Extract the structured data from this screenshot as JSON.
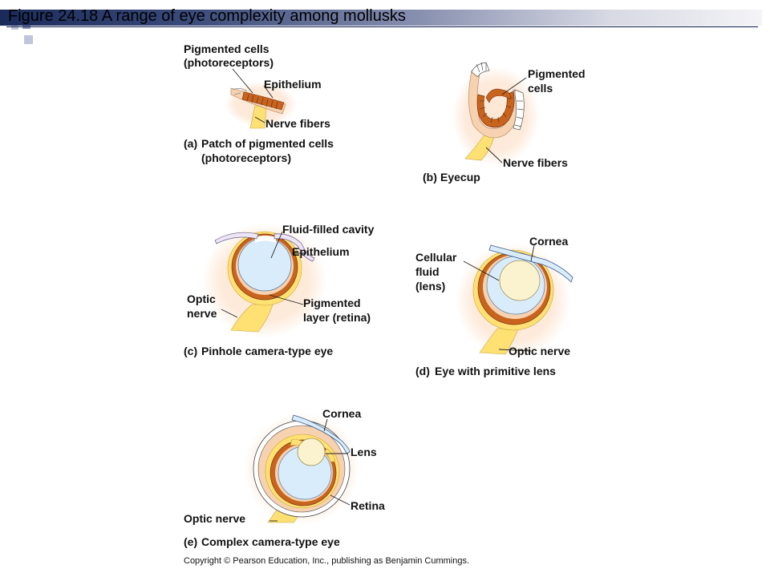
{
  "slide": {
    "title": "Figure 24.18  A range of eye complexity among mollusks"
  },
  "panels": {
    "a": {
      "labels": [
        "Pigmented cells",
        "(photoreceptors)",
        "Epithelium",
        "Nerve fibers"
      ],
      "caption_letter": "(a)",
      "caption": [
        "Patch of pigmented cells",
        "(photoreceptors)"
      ]
    },
    "b": {
      "labels": [
        "Pigmented",
        "cells",
        "Nerve fibers"
      ],
      "caption_letter": "(b)",
      "caption": "Eyecup"
    },
    "c": {
      "labels": [
        "Fluid-filled cavity",
        "Epithelium",
        "Optic",
        "nerve",
        "Pigmented",
        "layer (retina)"
      ],
      "caption_letter": "(c)",
      "caption": "Pinhole camera-type eye"
    },
    "d": {
      "labels": [
        "Cornea",
        "Cellular",
        "fluid",
        "(lens)",
        "Optic nerve"
      ],
      "caption_letter": "(d)",
      "caption": "Eye with primitive lens"
    },
    "e": {
      "labels": [
        "Cornea",
        "Lens",
        "Retina",
        "Optic nerve"
      ],
      "caption_letter": "(e)",
      "caption": "Complex camera-type eye"
    }
  },
  "copyright": "Copyright © Pearson Education, Inc., publishing as Benjamin Cummings.",
  "colors": {
    "pigment": "#c8641e",
    "pigment_dark": "#7a3410",
    "cavity": "#d9ecfb",
    "lens": "#fbf3cf",
    "halo": "#fde7d4",
    "nerve": "#ffe173",
    "tissue": "#f6d2b0"
  }
}
